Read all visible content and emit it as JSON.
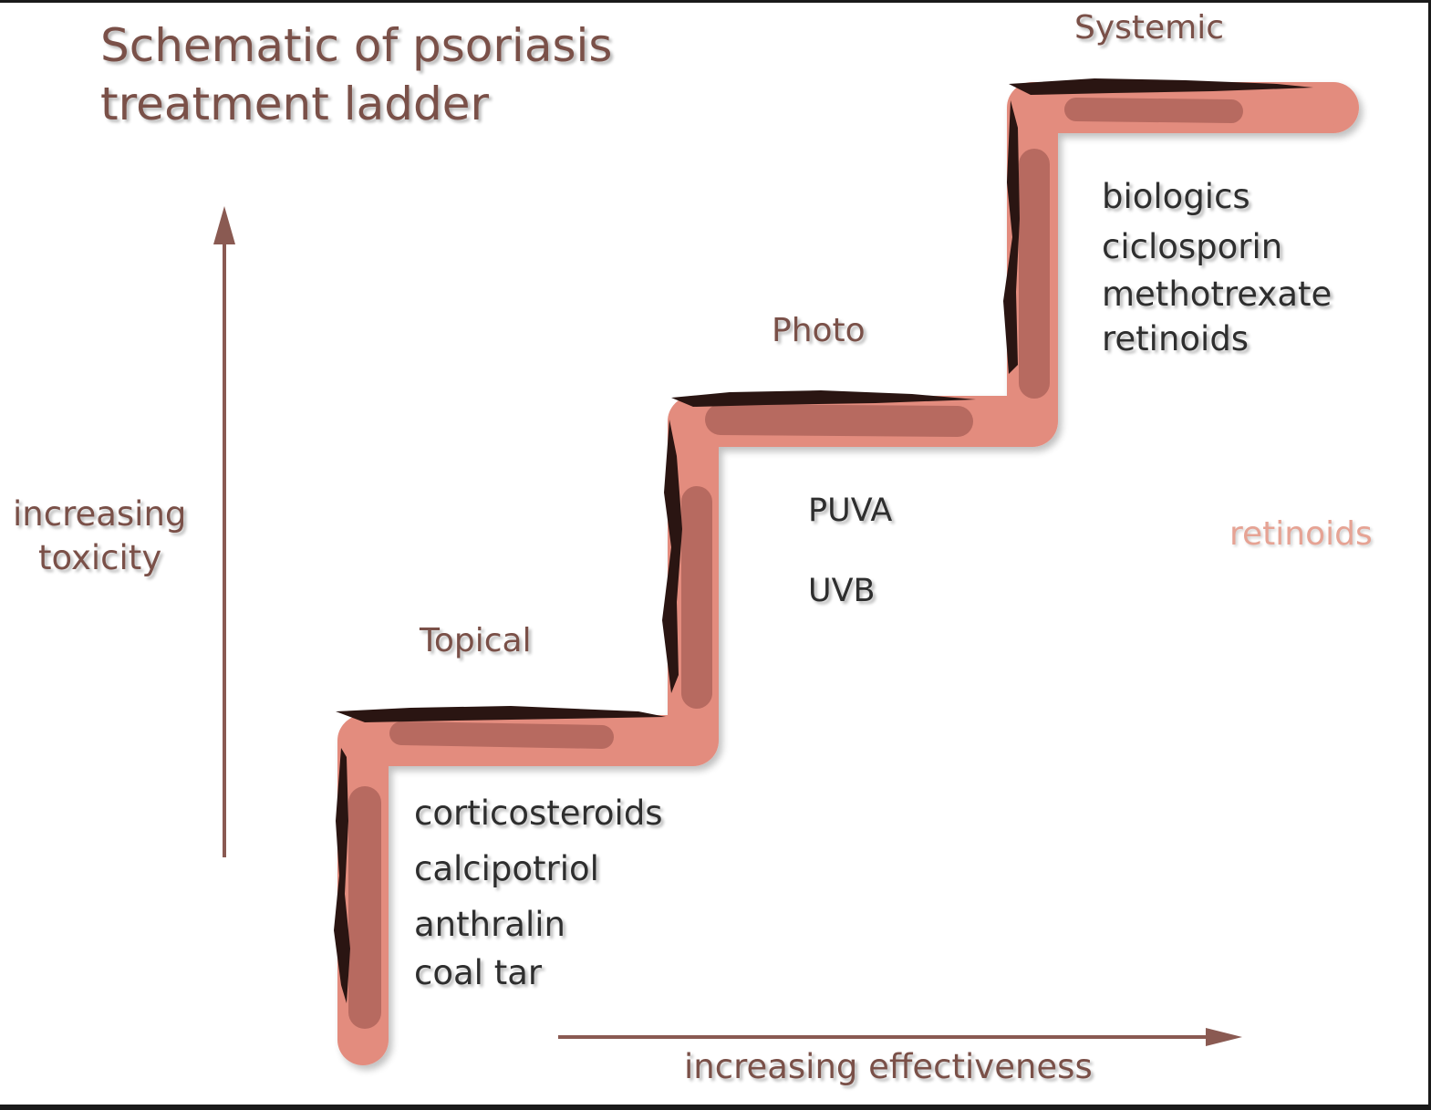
{
  "title": {
    "line1": "Schematic of psoriasis",
    "line2": "treatment ladder"
  },
  "axes": {
    "y_label_line1": "increasing",
    "y_label_line2": "toxicity",
    "x_label": "increasing effectiveness"
  },
  "steps": {
    "topical": {
      "label": "Topical",
      "items": [
        "corticosteroids",
        "calcipotriol",
        "anthralin",
        "coal tar"
      ]
    },
    "photo": {
      "label": "Photo",
      "items": [
        "PUVA",
        "UVB"
      ]
    },
    "systemic": {
      "label": "Systemic",
      "items": [
        "biologics",
        "ciclosporin",
        "methotrexate",
        "retinoids"
      ]
    }
  },
  "ghost_label": "retinoids",
  "colors": {
    "stair_outer": "#e38c7e",
    "stair_inner": "#b76a60",
    "stair_edge": "#2a1512",
    "text_accent": "#7a5048",
    "arrow": "#8a5a52",
    "ghost_text": "#e6a394"
  }
}
